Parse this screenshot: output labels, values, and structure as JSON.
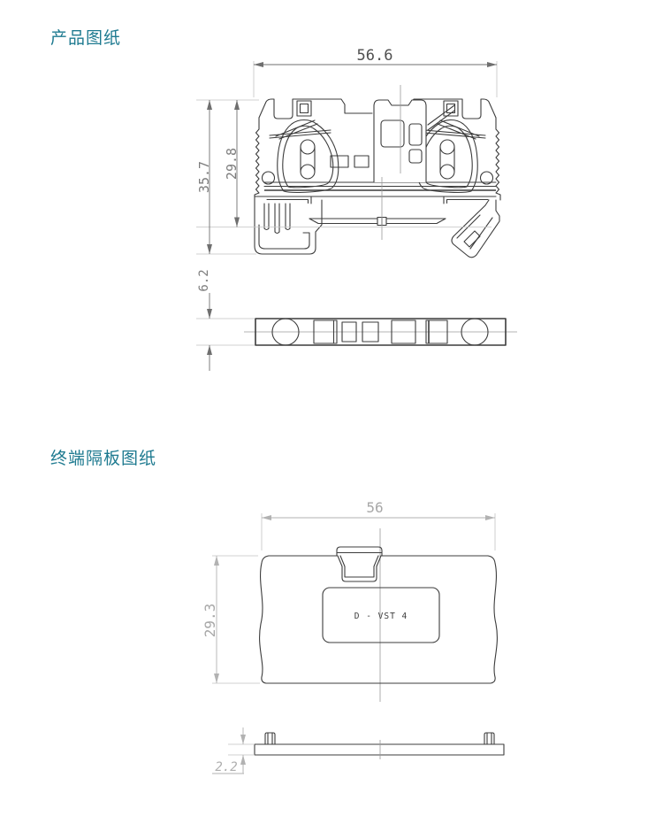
{
  "page": {
    "background": "#ffffff"
  },
  "sections": {
    "product": {
      "title": "产品图纸"
    },
    "partition": {
      "title": "终端隔板图纸"
    }
  },
  "product_drawing": {
    "view": "terminal-block-cross-section",
    "dim_width": "56.6",
    "dim_total_height": "35.7",
    "dim_body_height": "29.8",
    "dim_rail_thickness": "6.2"
  },
  "partition_drawing": {
    "view": "end-plate",
    "dim_width": "56",
    "dim_height": "29.3",
    "dim_thickness": "2.2",
    "model_label": "D - VST 4"
  },
  "colors": {
    "title": "#1e7a90",
    "drawing_line": "#3c3c3c",
    "dimension_dark": "#6f6f6f",
    "dimension_light": "#b2b2b2",
    "auxiliary_line": "#c4c4c4"
  }
}
